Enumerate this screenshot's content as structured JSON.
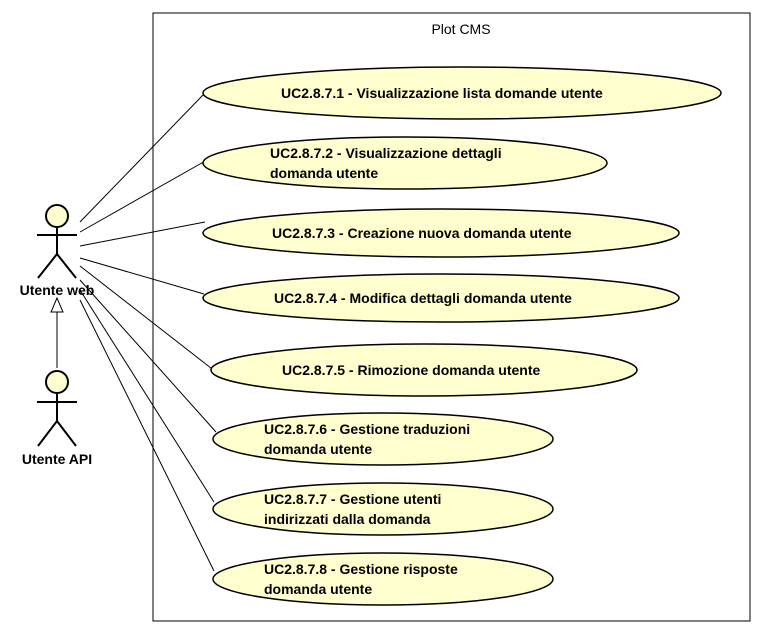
{
  "system": {
    "title": "Plot CMS"
  },
  "actors": [
    {
      "id": "utente-web",
      "label": "Utente web"
    },
    {
      "id": "utente-api",
      "label": "Utente API"
    }
  ],
  "use_cases": [
    {
      "id": "uc1",
      "lines": [
        "UC2.8.7.1 - Visualizzazione lista domande utente"
      ]
    },
    {
      "id": "uc2",
      "lines": [
        "UC2.8.7.2 - Visualizzazione dettagli",
        "domanda utente"
      ]
    },
    {
      "id": "uc3",
      "lines": [
        "UC2.8.7.3 - Creazione nuova domanda utente"
      ]
    },
    {
      "id": "uc4",
      "lines": [
        "UC2.8.7.4 - Modifica dettagli domanda utente"
      ]
    },
    {
      "id": "uc5",
      "lines": [
        "UC2.8.7.5 - Rimozione domanda utente"
      ]
    },
    {
      "id": "uc6",
      "lines": [
        "UC2.8.7.6 - Gestione traduzioni",
        "domanda utente"
      ]
    },
    {
      "id": "uc7",
      "lines": [
        "UC2.8.7.7 - Gestione utenti",
        "indirizzati dalla domanda"
      ]
    },
    {
      "id": "uc8",
      "lines": [
        "UC2.8.7.8 - Gestione risposte",
        "domanda utente"
      ]
    }
  ],
  "relations": [
    {
      "type": "association",
      "from": "utente-web",
      "to": "uc1"
    },
    {
      "type": "association",
      "from": "utente-web",
      "to": "uc2"
    },
    {
      "type": "association",
      "from": "utente-web",
      "to": "uc3"
    },
    {
      "type": "association",
      "from": "utente-web",
      "to": "uc4"
    },
    {
      "type": "association",
      "from": "utente-web",
      "to": "uc5"
    },
    {
      "type": "association",
      "from": "utente-web",
      "to": "uc6"
    },
    {
      "type": "association",
      "from": "utente-web",
      "to": "uc7"
    },
    {
      "type": "association",
      "from": "utente-web",
      "to": "uc8"
    },
    {
      "type": "generalization",
      "from": "utente-api",
      "to": "utente-web"
    }
  ],
  "colors": {
    "use_case_fill": "#FEFECE",
    "actor_fill": "#FEFECE",
    "stroke": "#000000",
    "system_stroke": "#000000",
    "background": "#FFFFFF"
  }
}
